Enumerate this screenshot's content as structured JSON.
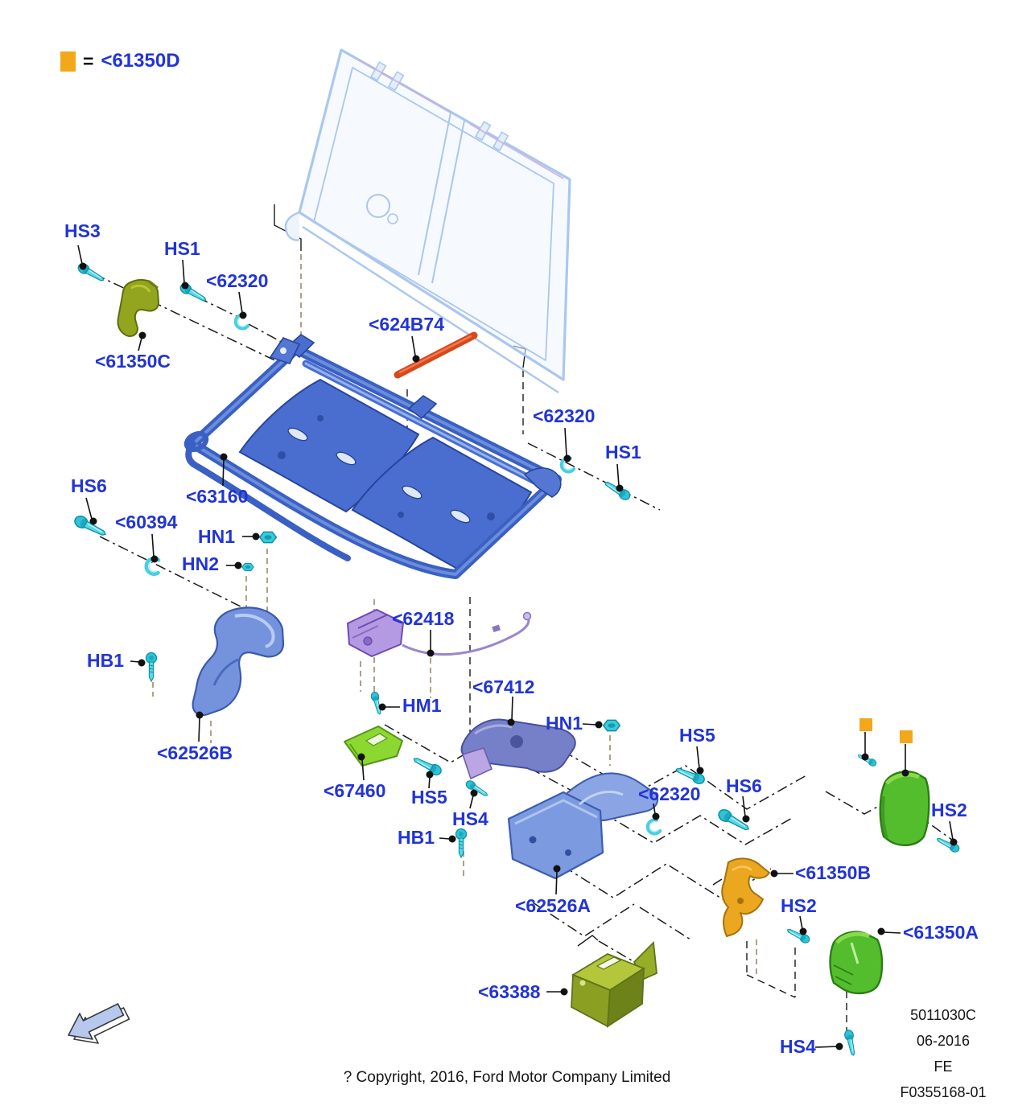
{
  "legend": {
    "swatch_color": "#f3a71b",
    "equals": "=",
    "label": "<61350D"
  },
  "callouts": {
    "hs3": "HS3",
    "hs1_left": "HS1",
    "c62320_top": "<62320",
    "c624b74": "<624B74",
    "c61350c": "<61350C",
    "c62320_right": "<62320",
    "hs1_right": "HS1",
    "hs6_left": "HS6",
    "c63160": "<63160",
    "c60394": "<60394",
    "hn1_left": "HN1",
    "hn2": "HN2",
    "hb1_left": "HB1",
    "c62526b": "<62526B",
    "c62418": "<62418",
    "hm1": "HM1",
    "c67412": "<67412",
    "hn1_right": "HN1",
    "hs5_right": "HS5",
    "c67460": "<67460",
    "hs5_left": "HS5",
    "hs4_mid": "HS4",
    "hb1_mid": "HB1",
    "c62320_low": "<62320",
    "hs6_right": "HS6",
    "hs2_top": "HS2",
    "c61350b": "<61350B",
    "hs2_mid": "HS2",
    "c61350a": "<61350A",
    "c62526a": "<62526A",
    "c63388": "<63388",
    "hs4_bottom": "HS4"
  },
  "doc_info": {
    "catalog_code": "5011030C",
    "date": "06-2016",
    "market": "FE",
    "figure_number": "F0355168-01"
  },
  "footer": {
    "copyright": "? Copyright, 2016, Ford Motor Company Limited"
  },
  "colors": {
    "label_blue": "#2134d6",
    "legend_orange": "#f3a71b",
    "fastener_cyan": "#3ccadb",
    "frame_blue": "#3a60c4",
    "ghost_blue": "#aac7ef",
    "part_bright_green": "#86d62a",
    "part_cover_green": "#53bd2e",
    "part_olive": "#8a9e20",
    "part_purple": "#b097e0",
    "part_violet": "#7680c8",
    "part_orange_bracket": "#eaa71f",
    "rod_red": "#d8481a",
    "direction_arrow_fill": "#b6c8ee"
  },
  "icons": {
    "direction_arrow": "front-direction-arrow"
  }
}
